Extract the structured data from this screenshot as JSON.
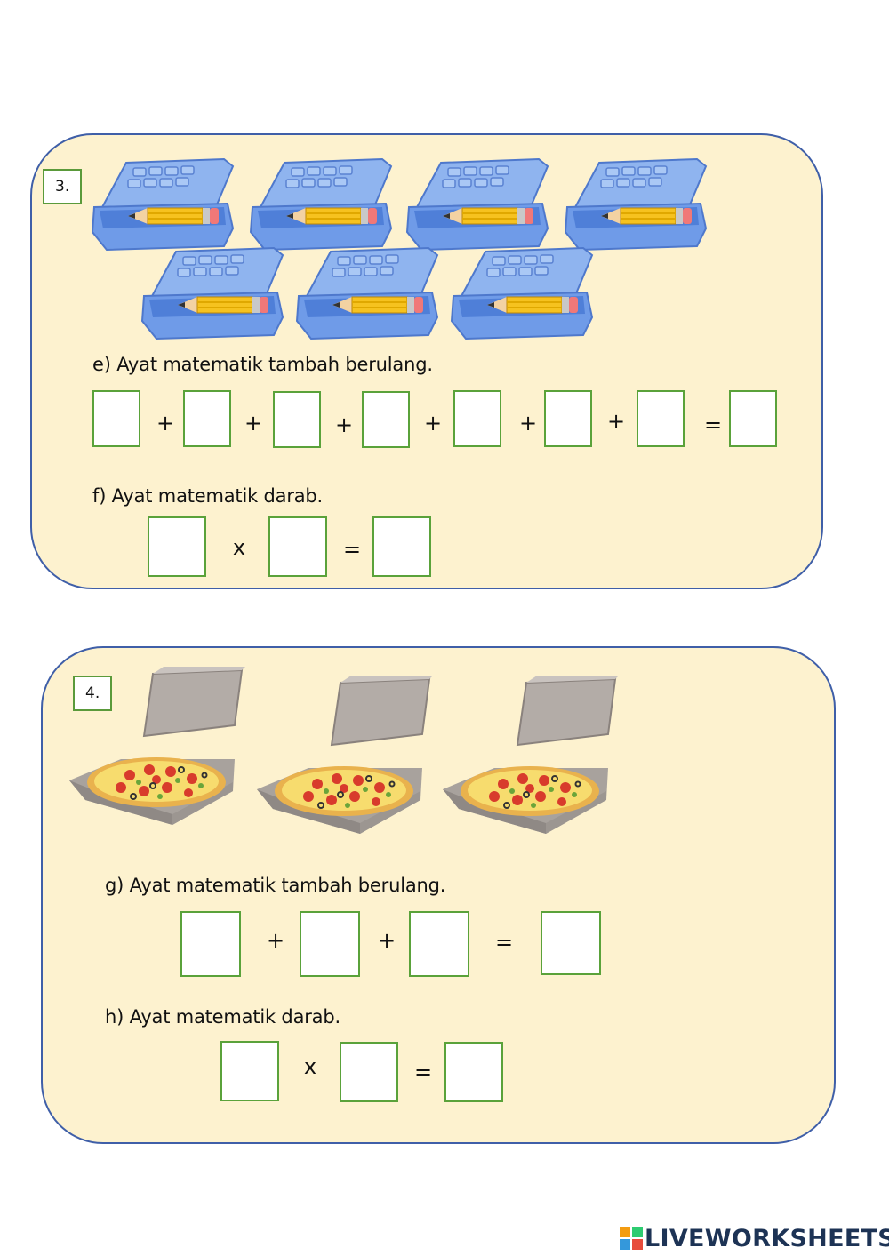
{
  "question3": {
    "number": "3.",
    "picture": "pencil-case-with-pencil",
    "picture_count": 7,
    "part_e": {
      "label": "e) Ayat matematik tambah berulang.",
      "operators": [
        "+",
        "+",
        "+",
        "+",
        "+",
        "+",
        "="
      ]
    },
    "part_f": {
      "label": "f)  Ayat matematik darab.",
      "operators": [
        "x",
        "="
      ]
    }
  },
  "question4": {
    "number": "4.",
    "picture": "pizza-in-box",
    "picture_count": 3,
    "part_g": {
      "label": "g) Ayat matematik tambah berulang.",
      "operators": [
        "+",
        "+",
        "="
      ]
    },
    "part_h": {
      "label": "h) Ayat matematik darab.",
      "operators": [
        "x",
        "="
      ]
    }
  },
  "footer": {
    "brand": "LIVEWORKSHEETS",
    "colors": {
      "brand_text": "#1d3355",
      "panel_bg": "#fdf2cf",
      "panel_border": "#3f5fa8",
      "box_border": "#5aa23a"
    }
  }
}
